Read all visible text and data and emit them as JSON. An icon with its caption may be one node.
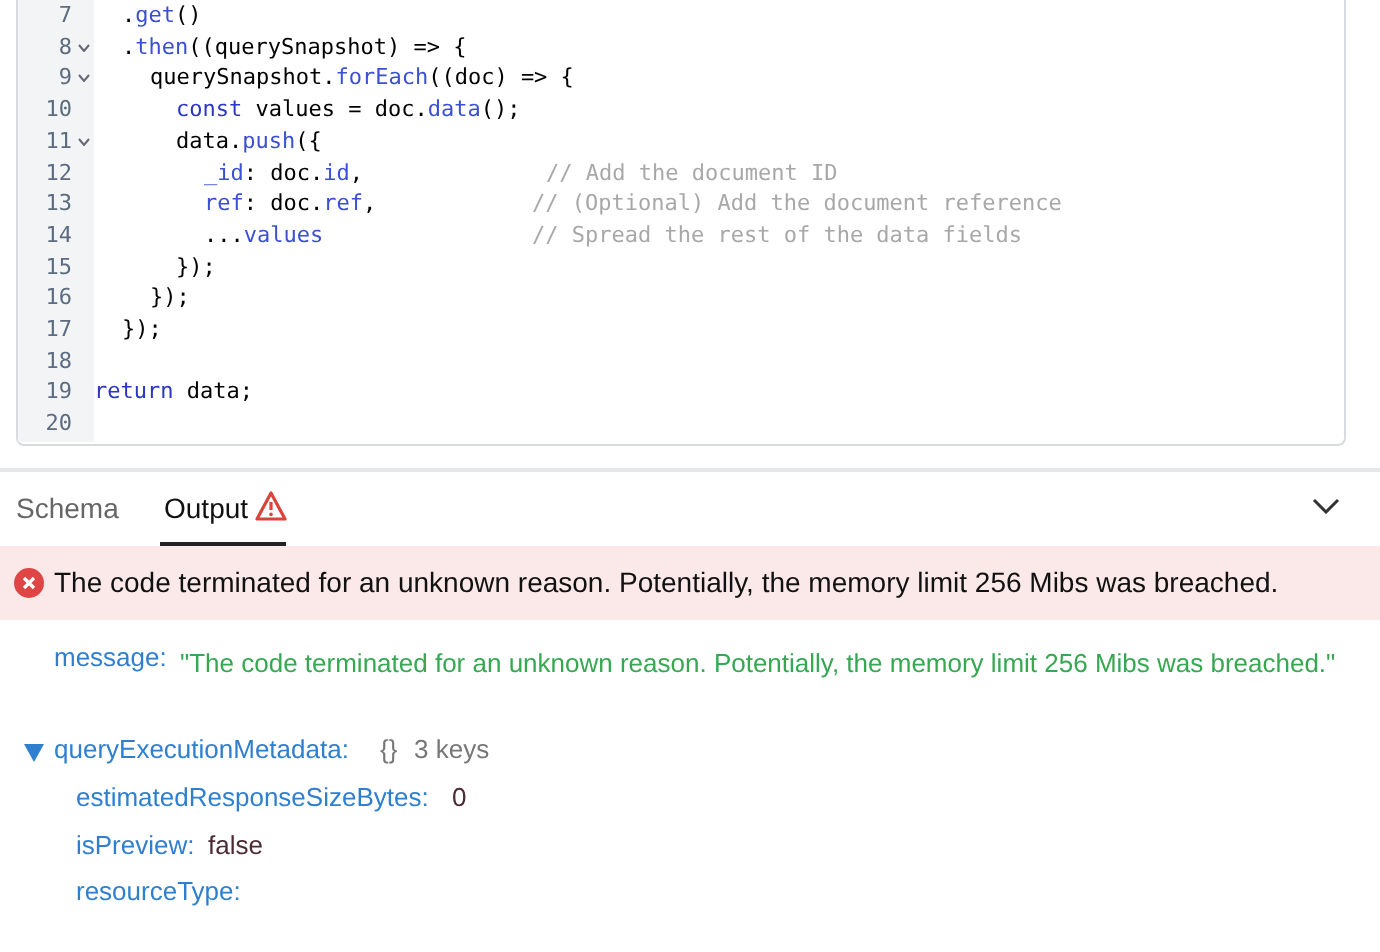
{
  "diagram": {
    "labels": [
      "7",
      ".get()",
      "8",
      ".then((querySnapshot) => {",
      "9",
      "querySnapshot.forEach((doc) => {",
      "10",
      "const values = doc.data();",
      "11",
      "data.push({",
      "12",
      "_id: doc.id,",
      "// Add the document ID",
      "13",
      "ref: doc.ref,",
      "// (Optional) Add the document reference",
      "14",
      "...values",
      "// Spread the rest of the data fields",
      "15",
      "});",
      "16",
      "});",
      "17",
      "});",
      "18",
      "19",
      "return data;",
      "20",
      "Schema",
      "Output",
      "The code terminated for an unknown reason. Potentially, the memory limit 256 Mibs was breached.",
      "message:",
      "\"The code terminated for an unknown reason. Potentially, the memory limit 256 Mibs was breached.\"",
      "queryExecutionMetadata:",
      "{}",
      "3 keys",
      "estimatedResponseSizeBytes:",
      "0",
      "isPreview:",
      "false",
      "resourceType:"
    ]
  }
}
